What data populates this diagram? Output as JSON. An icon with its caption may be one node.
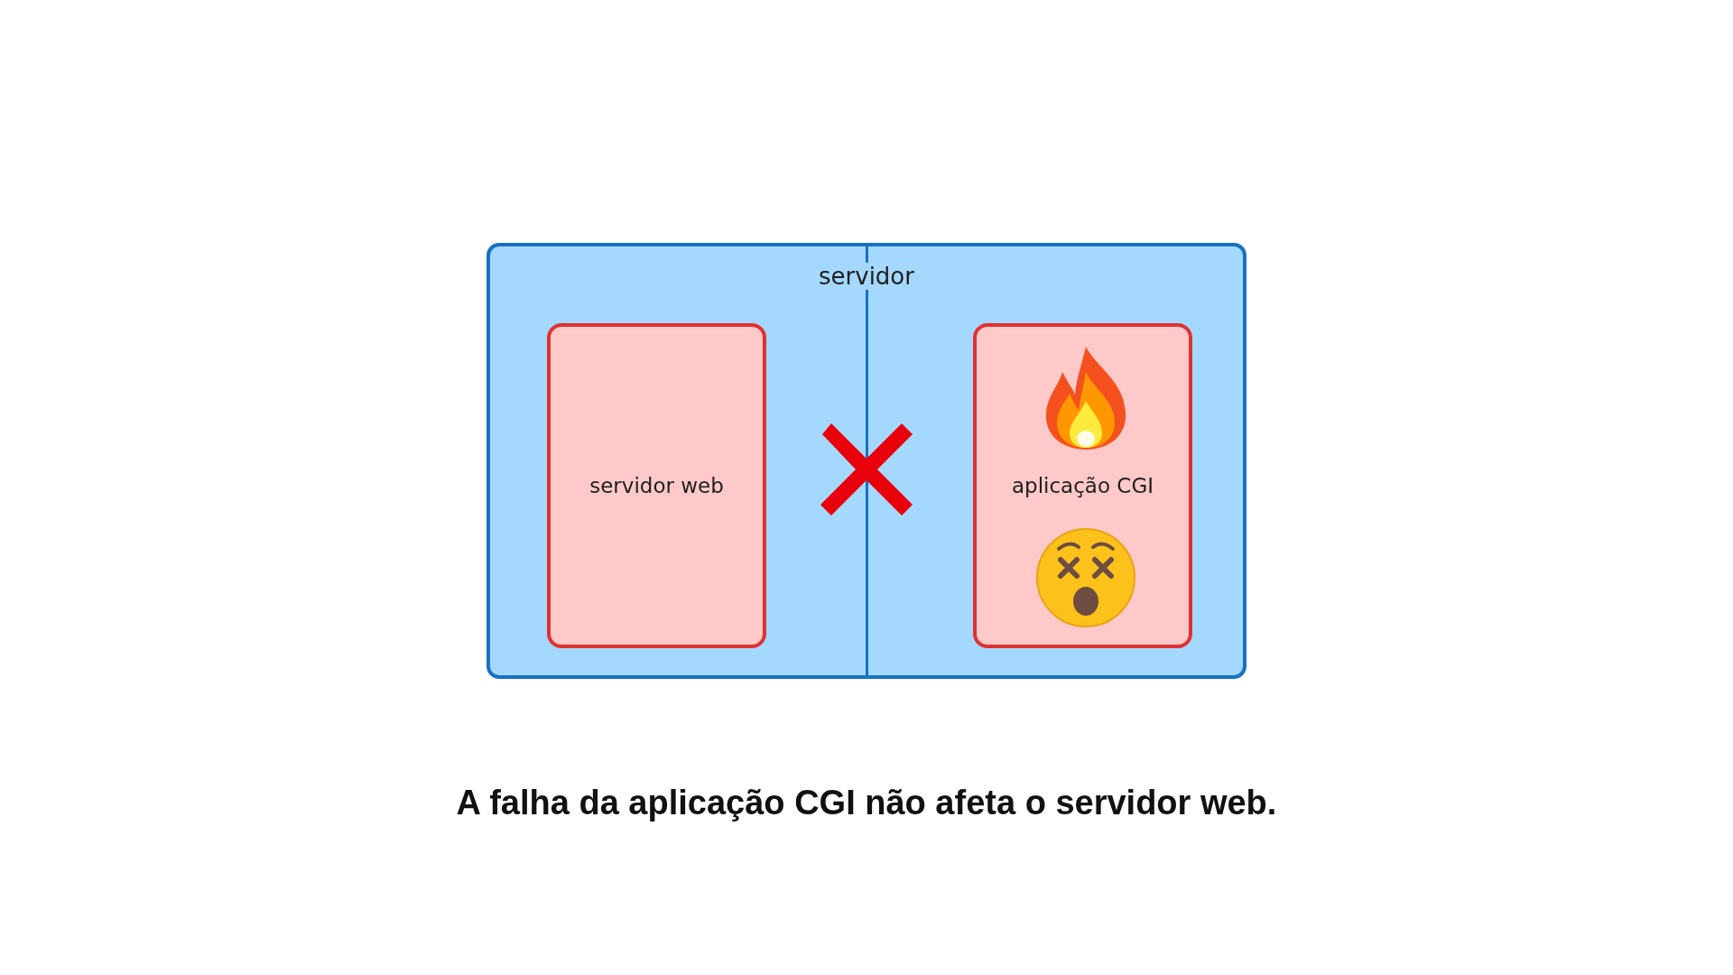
{
  "diagram": {
    "caption": "A **falha** da aplicação CGI não afeta o servidor web.",
    "nodes": [
      {
        "text": [
          "servidor"
        ]
      },
      {
        "text": [
          "servidor web"
        ],
        "in": 0
      },
      {
        "text": [
          "aplicação CGI"
        ],
        "in": 0
      },
      {
        "text": [],
        "shape": "cross",
        "in": 0
      }
    ]
  }
}
